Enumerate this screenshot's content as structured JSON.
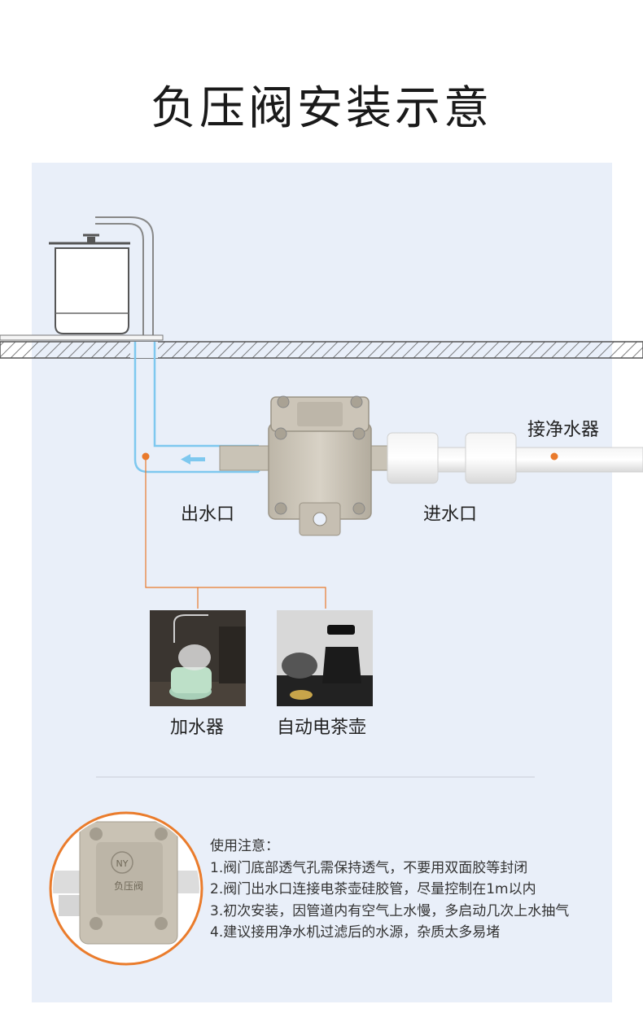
{
  "title": "负压阀安装示意",
  "labels": {
    "purifier": "接净水器",
    "outlet": "出水口",
    "inlet": "进水口",
    "dispenser": "加水器",
    "kettle": "自动电茶壶"
  },
  "valve_mark": "负压阀",
  "valve_logo": "NY",
  "notes": {
    "heading": "使用注意：",
    "items": [
      "1.阀门底部透气孔需保持透气，不要用双面胶等封闭",
      "2.阀门出水口连接电茶壶硅胶管，尽量控制在1m以内",
      "3.初次安装，因管道内有空气上水慢，多启动几次上水抽气",
      "4.建议接用净水机过滤后的水源，杂质太多易堵"
    ]
  },
  "icons": [
    "kettle-icon",
    "valve-icon",
    "arrow-left-icon"
  ],
  "colors": {
    "accent": "#e97a2c",
    "panel": "#e9eff9",
    "pipe_blue": "#7ec8ef"
  }
}
